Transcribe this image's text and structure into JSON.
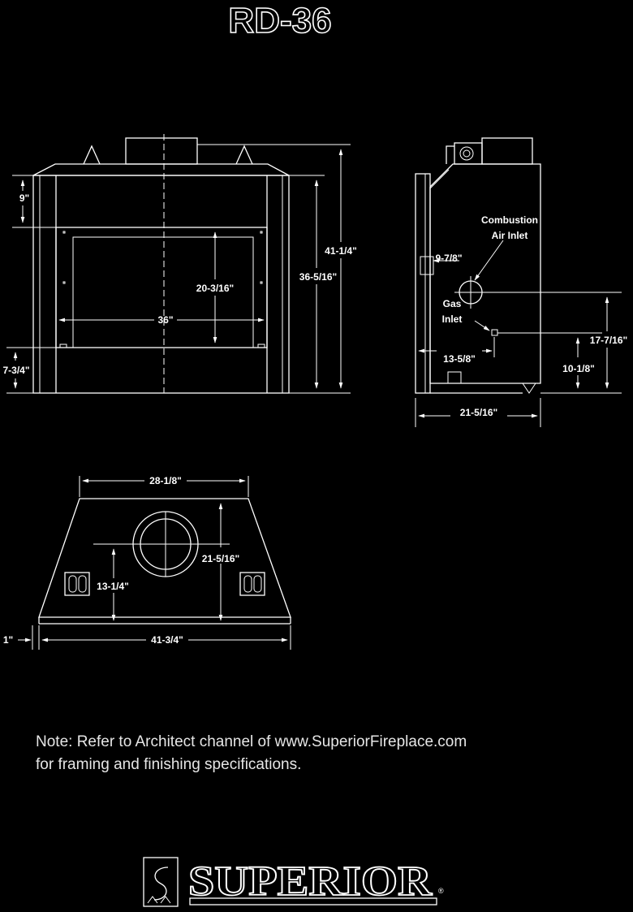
{
  "title": "RD-36",
  "front_view": {
    "dim_top_9": "9\"",
    "dim_opening_height": "20-3/16\"",
    "dim_width_36": "36\"",
    "dim_bottom_7_3_4": "7-3/4\"",
    "dim_height_36_5_16": "36-5/16\"",
    "dim_height_41_1_4": "41-1/4\""
  },
  "side_view": {
    "combustion_label_1": "Combustion",
    "combustion_label_2": "Air Inlet",
    "gas_label_1": "Gas",
    "gas_label_2": "Inlet",
    "dim_9_7_8": "9-7/8\"",
    "dim_13_5_8": "13-5/8\"",
    "dim_17_7_16": "17-7/16\"",
    "dim_10_1_8": "10-1/8\"",
    "dim_21_5_16": "21-5/16\""
  },
  "top_view": {
    "dim_28_1_8": "28-1/8\"",
    "dim_21_5_16": "21-5/16\"",
    "dim_13_1_4": "13-1/4\"",
    "dim_41_3_4": "41-3/4\"",
    "dim_1": "1\""
  },
  "note": {
    "line1": "Note: Refer to Architect channel of www.SuperiorFireplace.com",
    "line2": "for framing and finishing specifications."
  },
  "logo": {
    "brand": "SUPERIOR",
    "registered": "®"
  }
}
